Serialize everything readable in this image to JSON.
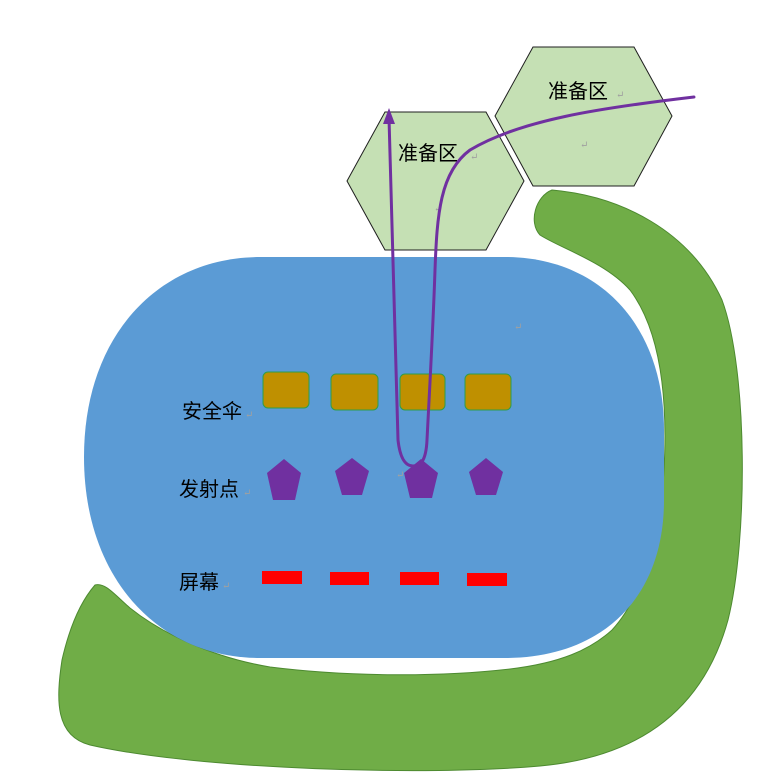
{
  "colors": {
    "green_track": "#70ad47",
    "blue_area": "#5b9bd5",
    "hex_fill": "#c5e0b4",
    "hex_stroke": "#1f1f1f",
    "umbrella_fill": "#bf9000",
    "umbrella_stroke": "#2e9e4a",
    "launch_point": "#7030a0",
    "path_line": "#7030a0",
    "screen": "#ff0000",
    "mark": "#a0a0a0"
  },
  "zones": [
    {
      "label": "准备区"
    },
    {
      "label": "准备区"
    }
  ],
  "rows": {
    "umbrella": {
      "label": "安全伞",
      "count": 4
    },
    "launch": {
      "label": "发射点",
      "count": 4
    },
    "screen": {
      "label": "屏幕",
      "count": 4
    }
  },
  "return_mark": "↵",
  "icons": {
    "umbrella": "rounded-rectangle",
    "launch": "pentagon",
    "screen": "rectangle",
    "arrow": "arrowhead"
  }
}
